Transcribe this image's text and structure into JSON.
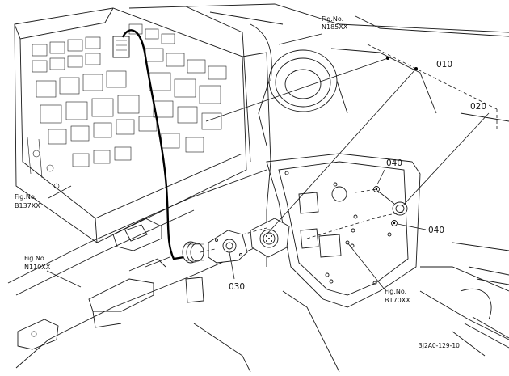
{
  "figure_refs": {
    "n185": {
      "prefix": "Fig.No.",
      "code": "N185XX"
    },
    "b137": {
      "prefix": "Fig.No.",
      "code": "B137XX"
    },
    "n110": {
      "prefix": "Fig.No.",
      "code": "N110XX"
    },
    "b170": {
      "prefix": "Fig.No.",
      "code": "B170XX"
    }
  },
  "part_numbers": {
    "p010": "010",
    "p020": "020",
    "p030": "030",
    "p040a": "040",
    "p040b": "040"
  },
  "drawing_code": "3J2A0-129-10"
}
